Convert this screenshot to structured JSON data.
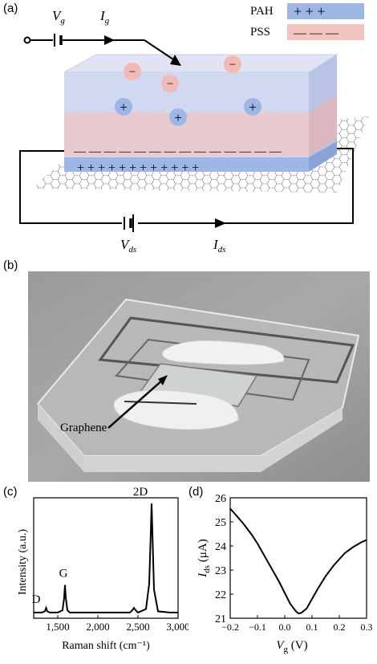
{
  "panels": {
    "a": {
      "label": "(a)",
      "legend": {
        "pah_label": "PAH",
        "pah_symbols": "+ + +",
        "pss_label": "PSS",
        "pss_symbols": "— — —",
        "pah_color": "#9db6e6",
        "pss_color": "#f2c4c0"
      },
      "circuit": {
        "gate_voltage": "V",
        "gate_voltage_sub": "g",
        "gate_current": "I",
        "gate_current_sub": "g",
        "ds_voltage": "V",
        "ds_voltage_sub": "ds",
        "ds_current": "I",
        "ds_current_sub": "ds"
      },
      "ions": {
        "minus": "−",
        "plus": "+"
      },
      "charge_rows": {
        "pss_row": "— — — — — — — — — — — — — —",
        "pah_row": "+ + + + + + + + + + + +"
      }
    },
    "b": {
      "label": "(b)",
      "annotation": "Graphene"
    },
    "c": {
      "label": "(c)",
      "peak_labels": [
        "D",
        "G",
        "2D"
      ]
    },
    "d": {
      "label": "(d)"
    }
  },
  "chart_data": [
    {
      "type": "line",
      "panel": "c",
      "xlabel": "Raman shift (cm⁻¹)",
      "ylabel": "Intensity (a.u.)",
      "xticks": [
        "1,500",
        "2,000",
        "2,500",
        "3,000"
      ],
      "xlim": [
        1200,
        3000
      ],
      "ylim": [
        0,
        1.05
      ],
      "x": [
        1200,
        1300,
        1340,
        1355,
        1370,
        1400,
        1500,
        1560,
        1580,
        1590,
        1600,
        1620,
        1650,
        1800,
        2000,
        2200,
        2400,
        2430,
        2450,
        2470,
        2500,
        2600,
        2640,
        2660,
        2670,
        2680,
        2700,
        2750,
        2900,
        3000
      ],
      "y": [
        0.05,
        0.05,
        0.06,
        0.09,
        0.06,
        0.05,
        0.05,
        0.07,
        0.18,
        0.29,
        0.18,
        0.07,
        0.05,
        0.05,
        0.05,
        0.05,
        0.05,
        0.07,
        0.09,
        0.07,
        0.05,
        0.08,
        0.3,
        0.75,
        1.0,
        0.75,
        0.25,
        0.06,
        0.05,
        0.05
      ]
    },
    {
      "type": "line",
      "panel": "d",
      "xlabel": "V",
      "xlabel_sub": "g",
      "xlabel_unit": " (V)",
      "ylabel": "I",
      "ylabel_sub": "ds",
      "ylabel_unit": " (μA)",
      "xlim": [
        -0.2,
        0.3
      ],
      "ylim": [
        21,
        26
      ],
      "xticks": [
        "−0.2",
        "−0.1",
        "0.0",
        "0.1",
        "0.2",
        "0.3"
      ],
      "yticks": [
        "21",
        "22",
        "23",
        "24",
        "25",
        "26"
      ],
      "x": [
        -0.2,
        -0.18,
        -0.15,
        -0.12,
        -0.1,
        -0.08,
        -0.05,
        -0.02,
        0.0,
        0.02,
        0.04,
        0.05,
        0.06,
        0.08,
        0.1,
        0.12,
        0.15,
        0.18,
        0.2,
        0.22,
        0.25,
        0.28,
        0.3
      ],
      "y": [
        25.55,
        25.3,
        24.9,
        24.45,
        24.1,
        23.7,
        23.1,
        22.5,
        22.05,
        21.6,
        21.3,
        21.2,
        21.22,
        21.4,
        21.8,
        22.2,
        22.75,
        23.2,
        23.45,
        23.7,
        23.95,
        24.15,
        24.25
      ]
    }
  ]
}
